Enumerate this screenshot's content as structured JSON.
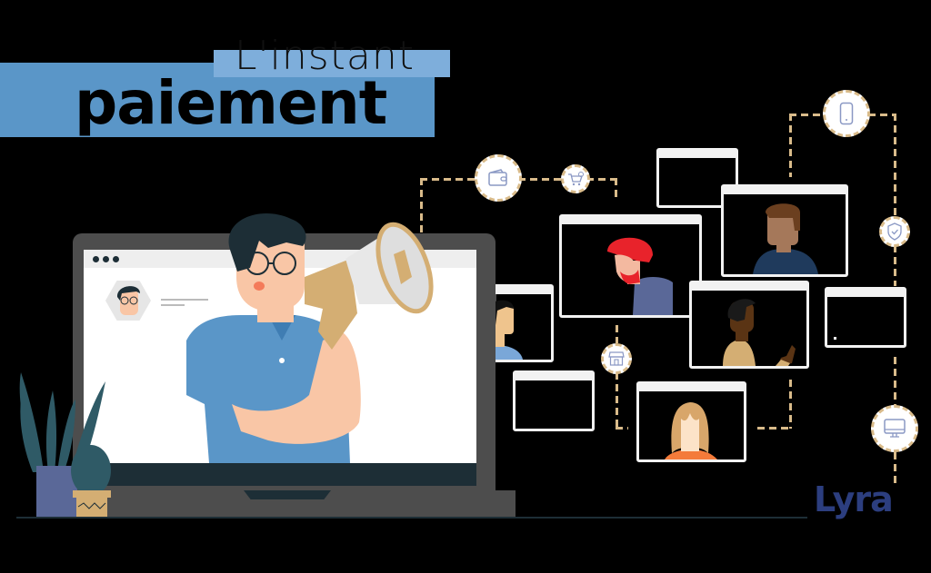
{
  "headline": {
    "line1": "L'instant",
    "line2": "paiement"
  },
  "brand": {
    "logo_text": "Lyra",
    "logo_color": "#2c3e7f"
  },
  "colors": {
    "headline_box_light": "#7eaedb",
    "headline_box_main": "#5a96c8",
    "connector": "#d9bb8a",
    "laptop_frame": "#4d4d4d",
    "laptop_bezel": "#1d2e36",
    "shirt_blue": "#5a96c8"
  },
  "laptop": {
    "window_dots": 3
  },
  "icons": [
    {
      "name": "wallet-icon",
      "glyph": "👛"
    },
    {
      "name": "cart-icon",
      "glyph": "🛒"
    },
    {
      "name": "phone-icon",
      "glyph": "📱"
    },
    {
      "name": "shield-check-icon",
      "glyph": "🛡"
    },
    {
      "name": "store-icon",
      "glyph": "🏪"
    },
    {
      "name": "monitor-icon",
      "glyph": "🖥"
    }
  ]
}
